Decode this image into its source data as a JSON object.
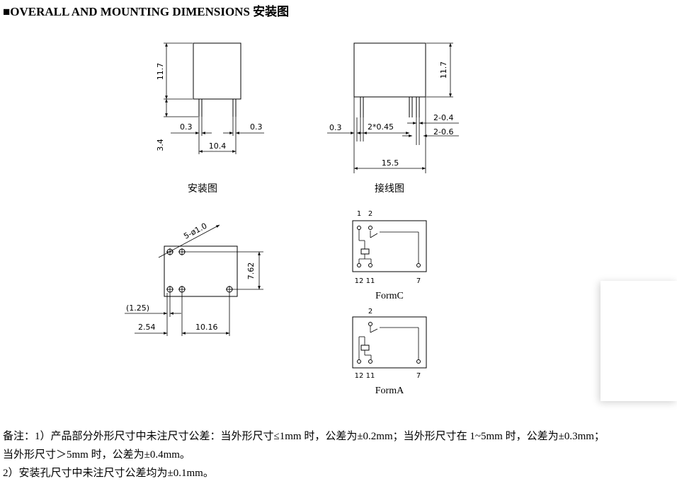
{
  "header": {
    "title": "■OVERALL AND MOUNTING DIMENSIONS 安装图"
  },
  "side_view": {
    "height": "11.7",
    "pin_length": "3.4",
    "pin_width_left": "0.3",
    "pin_width_right": "0.3",
    "width": "10.4",
    "caption": "安装图"
  },
  "front_view": {
    "height": "11.7",
    "pin_offset": "0.3",
    "pin_width_pair": "2*0.45",
    "pin_dim_1": "2-0.4",
    "pin_dim_2": "2-0.6",
    "length": "15.5",
    "caption": "接线图"
  },
  "pcb_layout": {
    "holes": "5-ø1.0",
    "pitch_v": "7.62",
    "offset": "(1.25)",
    "pitch_h1": "2.54",
    "pitch_h2": "10.16"
  },
  "form_c": {
    "pins_top": [
      "1",
      "2"
    ],
    "pins_bottom": [
      "12",
      "11",
      "7"
    ],
    "label": "FormC"
  },
  "form_a": {
    "pins_top": [
      "2"
    ],
    "pins_bottom": [
      "12",
      "11",
      "7"
    ],
    "label": "FormA"
  },
  "notes": {
    "line1": "备注：1）产品部分外形尺寸中未注尺寸公差：当外形尺寸≤1mm 时，公差为±0.2mm；当外形尺寸在 1~5mm 时，公差为±0.3mm；",
    "line2": "当外形尺寸＞5mm 时，公差为±0.4mm。",
    "line3": "2）安装孔尺寸中未注尺寸公差均为±0.1mm。"
  }
}
